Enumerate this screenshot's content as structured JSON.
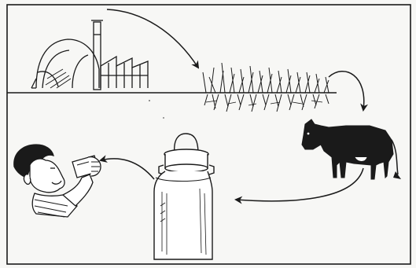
{
  "diagram": {
    "style": "black-and-white line drawing",
    "background_color": "#f7f7f5",
    "ink_color": "#1a1a1a",
    "stages": [
      {
        "id": "factory",
        "icon": "factory-icon"
      },
      {
        "id": "grass",
        "icon": "grass-icon"
      },
      {
        "id": "cow",
        "icon": "cow-icon"
      },
      {
        "id": "milk-can",
        "icon": "milk-can-icon"
      },
      {
        "id": "child-drinking",
        "icon": "child-drinking-icon"
      }
    ],
    "arrows": [
      {
        "from": "factory",
        "to": "grass"
      },
      {
        "from": "grass",
        "to": "cow"
      },
      {
        "from": "cow",
        "to": "milk-can"
      },
      {
        "from": "milk-can",
        "to": "child-drinking"
      }
    ]
  }
}
